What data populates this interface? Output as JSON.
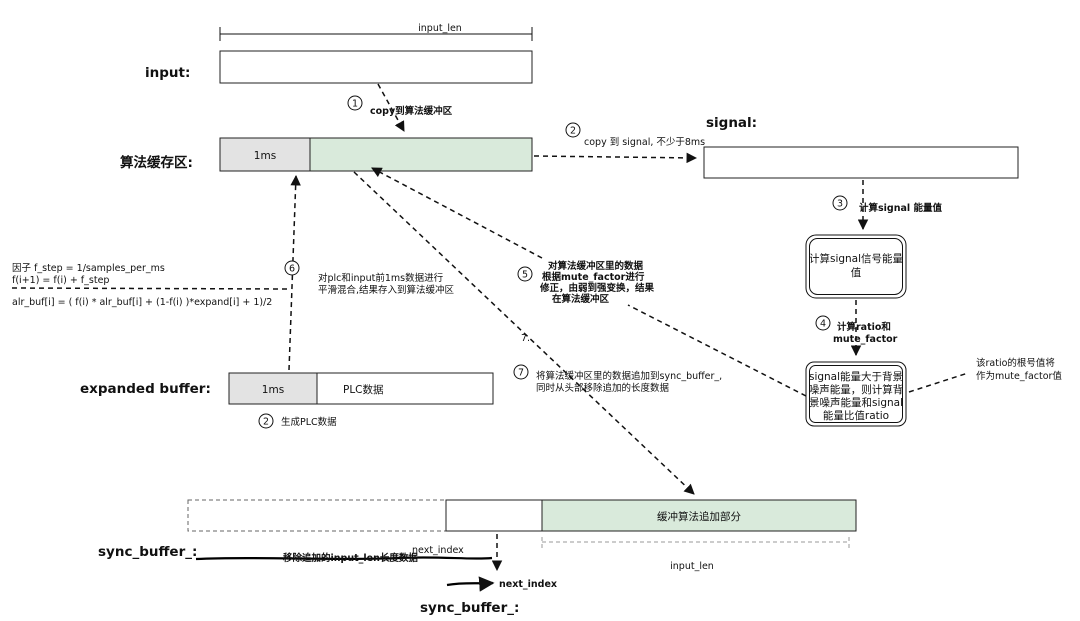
{
  "labels": {
    "input_len_top": "input_len",
    "input": "input:",
    "algo_buffer": "算法缓存区:",
    "signal": "signal:",
    "expanded_buffer": "expanded buffer:",
    "sync_buffer": "sync_buffer_:",
    "sync_buffer_2": "sync_buffer_:",
    "next_index_bold": "next_index",
    "next_index_small": "next_index",
    "input_len_bottom": "input_len",
    "remove_text": "移除追加的input_len长度数据"
  },
  "boxes": {
    "algo_1ms": "1ms",
    "exp_1ms": "1ms",
    "plc_data": "PLC数据",
    "sync_append": "缓冲算法追加部分",
    "energy_box": [
      "计算signal信号能量",
      "值"
    ],
    "ratio_box": [
      "signal能量大于背景",
      "噪声能量，则计算背",
      "景噪声能量和signal",
      "能量比值ratio"
    ]
  },
  "steps": {
    "s1": {
      "num": "1",
      "text": "copy到算法缓冲区"
    },
    "s2a": {
      "num": "2",
      "text": "copy 到 signal, 不少于8ms"
    },
    "s2b": {
      "num": "2",
      "text": "生成PLC数据"
    },
    "s3": {
      "num": "3",
      "text": "计算signal 能量值"
    },
    "s4": {
      "num": "4",
      "lines": [
        "计算ratio和",
        "mute_factor"
      ]
    },
    "s5": {
      "num": "5",
      "lines": [
        "对算法缓冲区里的数据",
        "根据mute_factor进行",
        "修正，由弱到强变换，结果",
        "在算法缓冲区"
      ]
    },
    "s6": {
      "num": "6",
      "lines": [
        "对plc和input前1ms数据进行",
        "平滑混合,结果存入到算法缓冲区"
      ]
    },
    "s7": {
      "num": "7",
      "lines": [
        "将算法缓冲区里的数据追加到sync_buffer_,",
        "同时从头部移除追加的长度数据"
      ]
    },
    "s7_stray": "7."
  },
  "formulas": {
    "f1": "因子 f_step = 1/samples_per_ms",
    "f2": "f(i+1) = f(i) + f_step",
    "f3": "alr_buf[i] = ( f(i) * alr_buf[i] + (1-f(i) )*expand[i] + 1)/2"
  },
  "note_ratio": [
    "该ratio的根号值将",
    "作为mute_factor值"
  ]
}
